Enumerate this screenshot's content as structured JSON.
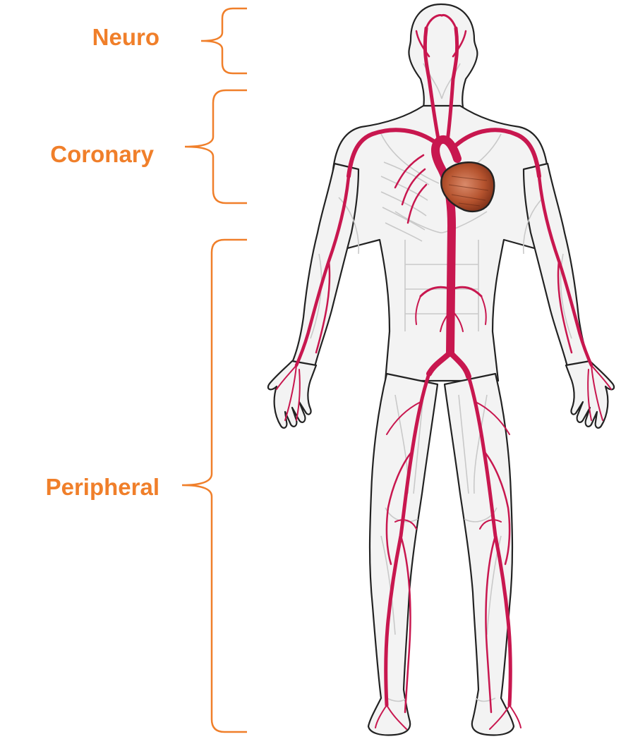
{
  "colors": {
    "accent": "#F07F2A",
    "artery": "#C8174F",
    "body_fill": "#F3F3F3",
    "body_line": "#C9C9C9",
    "outline": "#222222",
    "heart": "#B5532E"
  },
  "regions": [
    {
      "id": "neuro",
      "label": "Neuro"
    },
    {
      "id": "coronary",
      "label": "Coronary"
    },
    {
      "id": "peripheral",
      "label": "Peripheral"
    }
  ]
}
